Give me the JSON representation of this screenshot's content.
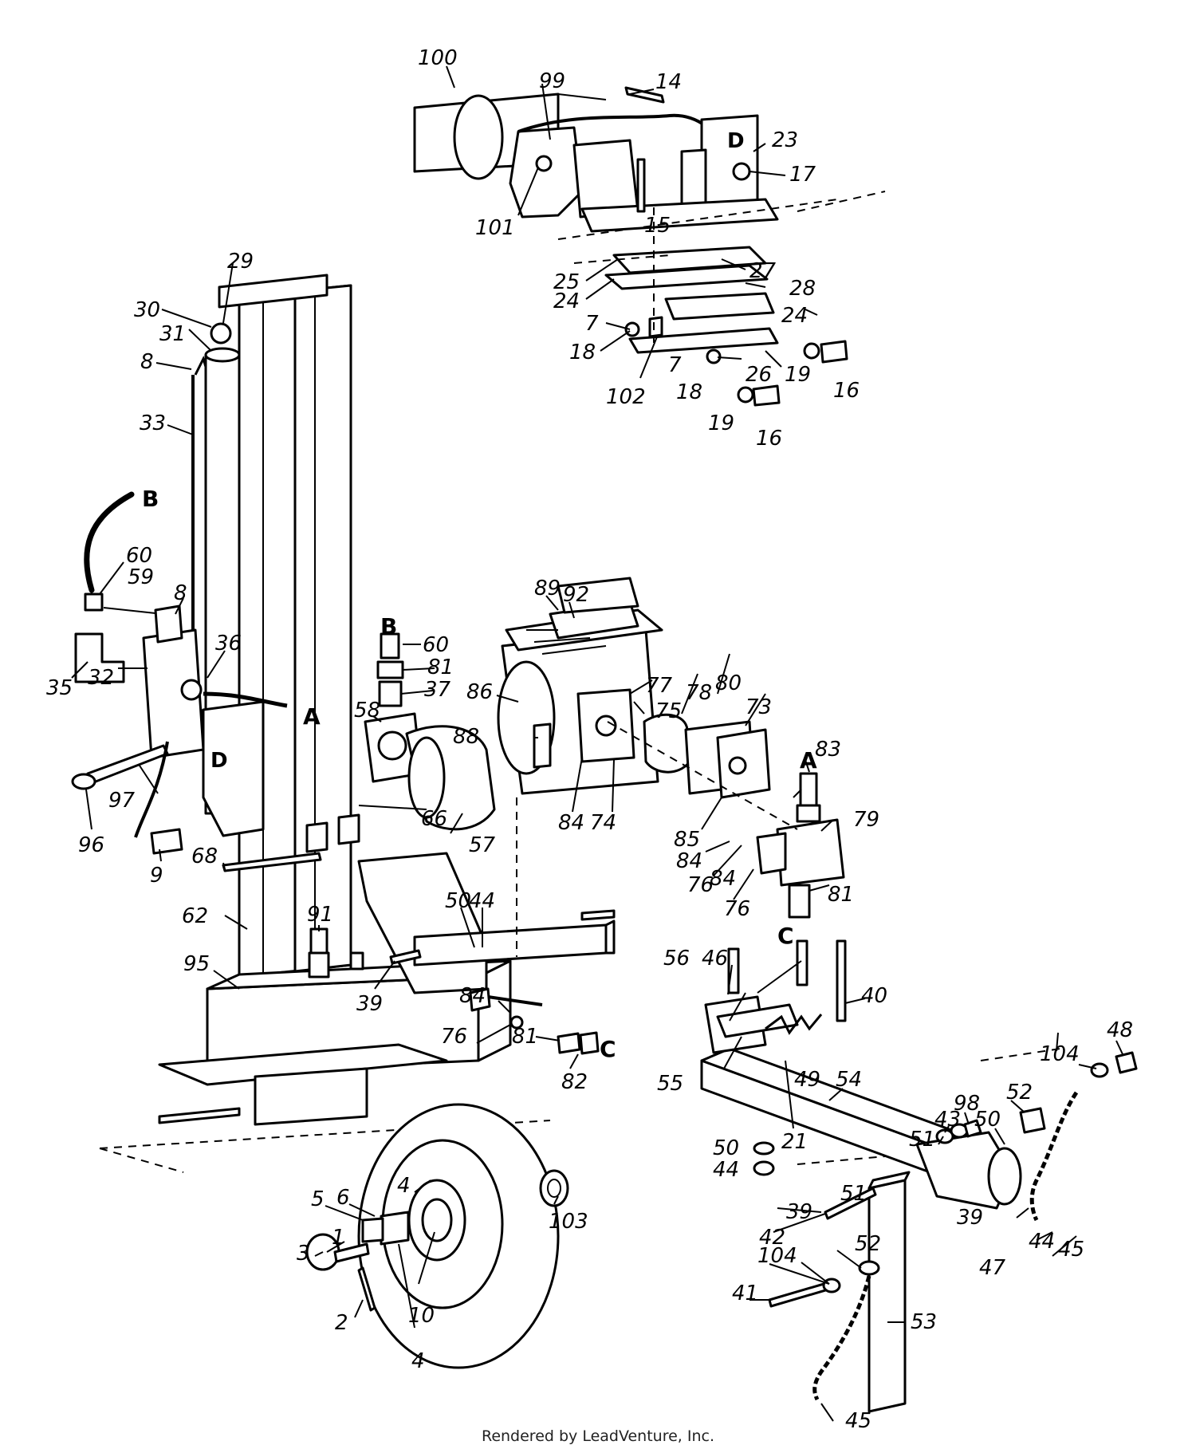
{
  "diagram": {
    "footer": "Rendered by LeadVenture, Inc.",
    "connectors": {
      "a": "A",
      "b": "B",
      "c": "C",
      "d": "D"
    },
    "callouts": {
      "c1": "1",
      "c2": "2",
      "c3": "3",
      "c4": "4",
      "c5": "5",
      "c6": "6",
      "c7": "7",
      "c8": "8",
      "c9": "9",
      "c10": "10",
      "c14": "14",
      "c15": "15",
      "c16": "16",
      "c17": "17",
      "c18": "18",
      "c19": "19",
      "c21": "21",
      "c23": "23",
      "c24": "24",
      "c25": "25",
      "c26": "26",
      "c27": "27",
      "c28": "28",
      "c29": "29",
      "c30": "30",
      "c31": "31",
      "c32": "32",
      "c33": "33",
      "c35": "35",
      "c36": "36",
      "c37": "37",
      "c39": "39",
      "c40": "40",
      "c41": "41",
      "c42": "42",
      "c43": "43",
      "c44": "44",
      "c45": "45",
      "c46": "46",
      "c47": "47",
      "c48": "48",
      "c49": "49",
      "c50": "50",
      "c51": "51",
      "c52": "52",
      "c53": "53",
      "c54": "54",
      "c55": "55",
      "c56": "56",
      "c57": "57",
      "c58": "58",
      "c59": "59",
      "c60": "60",
      "c62": "62",
      "c66": "66",
      "c68": "68",
      "c73": "73",
      "c74": "74",
      "c75": "75",
      "c76": "76",
      "c77": "77",
      "c78": "78",
      "c79": "79",
      "c80": "80",
      "c81": "81",
      "c82": "82",
      "c83": "83",
      "c84": "84",
      "c85": "85",
      "c86": "86",
      "c88": "88",
      "c89": "89",
      "c91": "91",
      "c92": "92",
      "c95": "95",
      "c96": "96",
      "c97": "97",
      "c98": "98",
      "c99": "99",
      "c100": "100",
      "c101": "101",
      "c102": "102",
      "c103": "103",
      "c104": "104"
    }
  }
}
